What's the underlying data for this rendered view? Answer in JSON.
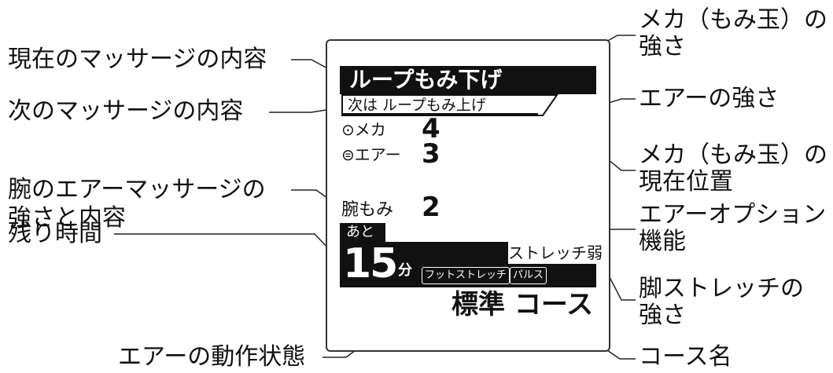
{
  "callouts": {
    "current_massage": "現在のマッサージの内容",
    "next_massage": "次のマッサージの内容",
    "arm_air_line1": "腕のエアーマッサージの",
    "arm_air_line2": "強さと内容",
    "remaining_time": "残り時間",
    "air_status": "エアーの動作状態",
    "mecha_strength_line1": "メカ（もみ玉）の",
    "mecha_strength_line2": "強さ",
    "air_strength": "エアーの強さ",
    "mecha_position_line1": "メカ（もみ玉）の",
    "mecha_position_line2": "現在位置",
    "air_option_line1": "エアーオプション",
    "air_option_line2": "機能",
    "leg_stretch_line1": "脚ストレッチの",
    "leg_stretch_line2": "強さ",
    "course_name": "コース名"
  },
  "display": {
    "current": "ループもみ下げ",
    "next": "次は ループもみ上げ",
    "mecha_label": "メカ",
    "mecha_value": "4",
    "air_label": "エアー",
    "air_value": "3",
    "arm_label": "腕もみ",
    "arm_value": "2",
    "remaining_prefix": "あと",
    "remaining_minutes": "15",
    "minutes_unit": "分",
    "stretch": "ストレッチ弱",
    "option_foot": "フットストレッチ",
    "option_pulse": "パルス",
    "course": "標準 コース"
  }
}
